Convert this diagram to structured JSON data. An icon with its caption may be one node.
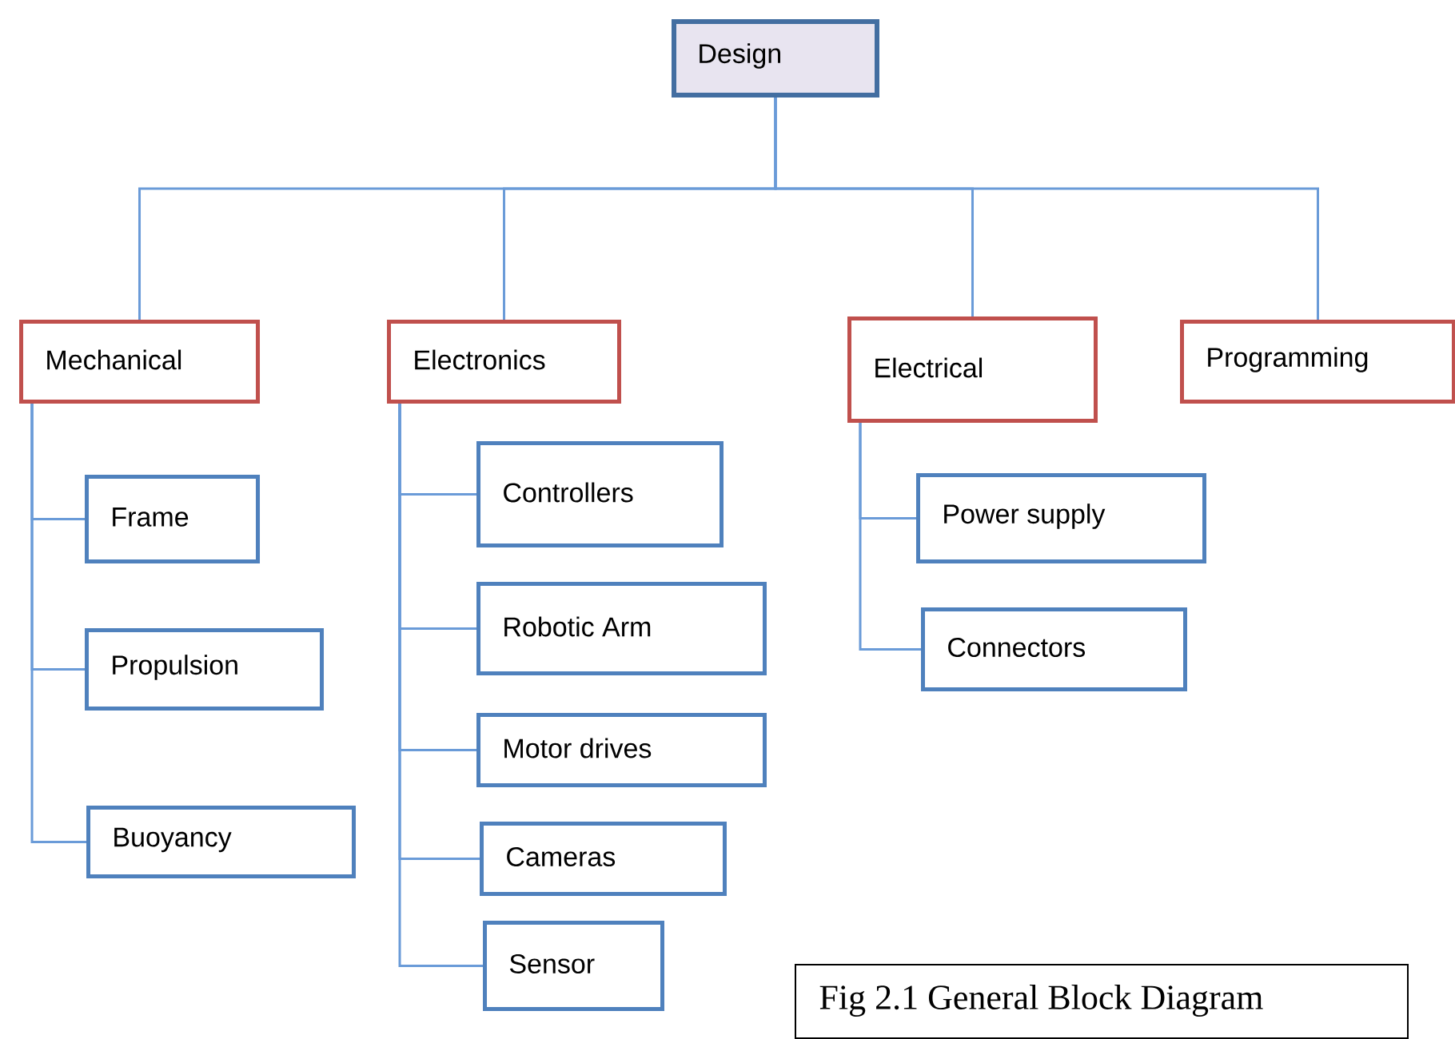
{
  "diagram": {
    "caption": "Fig 2.1 General Block Diagram",
    "nodes": [
      {
        "text": [
          "Design"
        ]
      },
      {
        "text": [
          "Mechanical"
        ]
      },
      {
        "text": [
          "Electronics"
        ]
      },
      {
        "text": [
          "Electrical"
        ]
      },
      {
        "text": [
          "Programming"
        ]
      },
      {
        "text": [
          "Frame"
        ]
      },
      {
        "text": [
          "Propulsion"
        ]
      },
      {
        "text": [
          "Buoyancy"
        ]
      },
      {
        "text": [
          "Controllers"
        ]
      },
      {
        "text": [
          "Robotic Arm"
        ]
      },
      {
        "text": [
          "Motor drives"
        ]
      },
      {
        "text": [
          "Cameras"
        ]
      },
      {
        "text": [
          "Sensor"
        ]
      },
      {
        "text": [
          "Power supply"
        ]
      },
      {
        "text": [
          "Connectors"
        ]
      }
    ],
    "edges": [
      {
        "from": 0,
        "to": 1,
        "arrow": "none"
      },
      {
        "from": 0,
        "to": 2,
        "arrow": "none"
      },
      {
        "from": 0,
        "to": 3,
        "arrow": "none"
      },
      {
        "from": 0,
        "to": 4,
        "arrow": "none"
      },
      {
        "from": 1,
        "to": 5,
        "arrow": "none"
      },
      {
        "from": 1,
        "to": 6,
        "arrow": "none"
      },
      {
        "from": 1,
        "to": 7,
        "arrow": "none"
      },
      {
        "from": 2,
        "to": 8,
        "arrow": "none"
      },
      {
        "from": 2,
        "to": 9,
        "arrow": "none"
      },
      {
        "from": 2,
        "to": 10,
        "arrow": "none"
      },
      {
        "from": 2,
        "to": 11,
        "arrow": "none"
      },
      {
        "from": 2,
        "to": 12,
        "arrow": "none"
      },
      {
        "from": 3,
        "to": 13,
        "arrow": "none"
      },
      {
        "from": 3,
        "to": 14,
        "arrow": "none"
      }
    ]
  }
}
